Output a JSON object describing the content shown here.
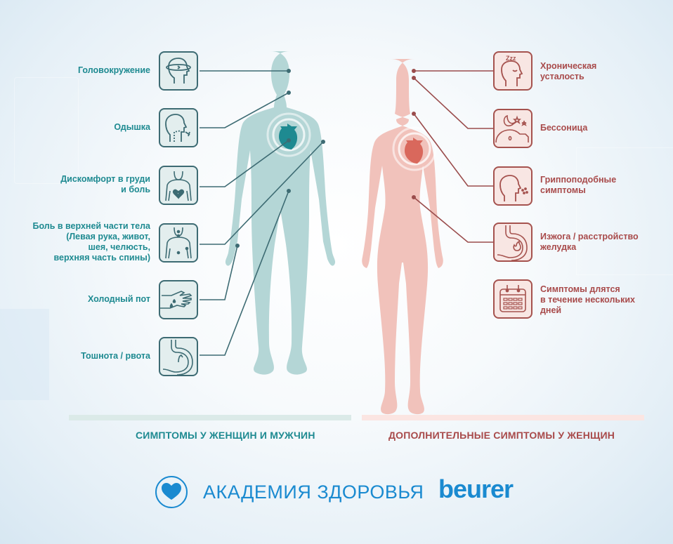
{
  "colors": {
    "teal_text": "#1e8a91",
    "teal_figure": "#b4d6d6",
    "teal_line": "#3d6b73",
    "pink_text": "#a84a4a",
    "pink_figure": "#f1c2bb",
    "pink_line": "#9a4c4c",
    "brand_blue": "#1a8ad0"
  },
  "left_symptoms": [
    {
      "label": "Головокружение",
      "icon": "dizziness-head-icon"
    },
    {
      "label": "Одышка",
      "icon": "shortness-of-breath-icon"
    },
    {
      "label": "Дискомфорт в груди\nи боль",
      "icon": "chest-pain-broken-heart-icon"
    },
    {
      "label": "Боль в верхней части тела\n(Левая рука, живот,\nшея, челюсть,\nверхняя часть спины)",
      "icon": "upper-body-pain-icon"
    },
    {
      "label": "Холодный пот",
      "icon": "cold-sweat-hand-icon"
    },
    {
      "label": "Тошнота / рвота",
      "icon": "nausea-stomach-icon"
    }
  ],
  "right_symptoms": [
    {
      "label": "Хроническая\nусталость",
      "icon": "sleepy-head-zzz-icon",
      "icon_text": "Zzz"
    },
    {
      "label": "Бессоница",
      "icon": "insomnia-moon-stars-icon"
    },
    {
      "label": "Гриппоподобные\nсимптомы",
      "icon": "flu-cough-head-icon"
    },
    {
      "label": "Изжога / расстройство\nжелудка",
      "icon": "heartburn-stomach-flame-icon"
    },
    {
      "label": "Симптомы длятся\nв течение нескольких\nдней",
      "icon": "calendar-icon"
    }
  ],
  "sections": {
    "left_title": "СИМПТОМЫ У ЖЕНЩИН И МУЖЧИН",
    "right_title": "ДОПОЛНИТЕЛЬНЫЕ СИМПТОМЫ У ЖЕНЩИН"
  },
  "footer": {
    "academy_text": "АКАДЕМИЯ ЗДОРОВЬЯ",
    "brand_name": "beurer"
  }
}
